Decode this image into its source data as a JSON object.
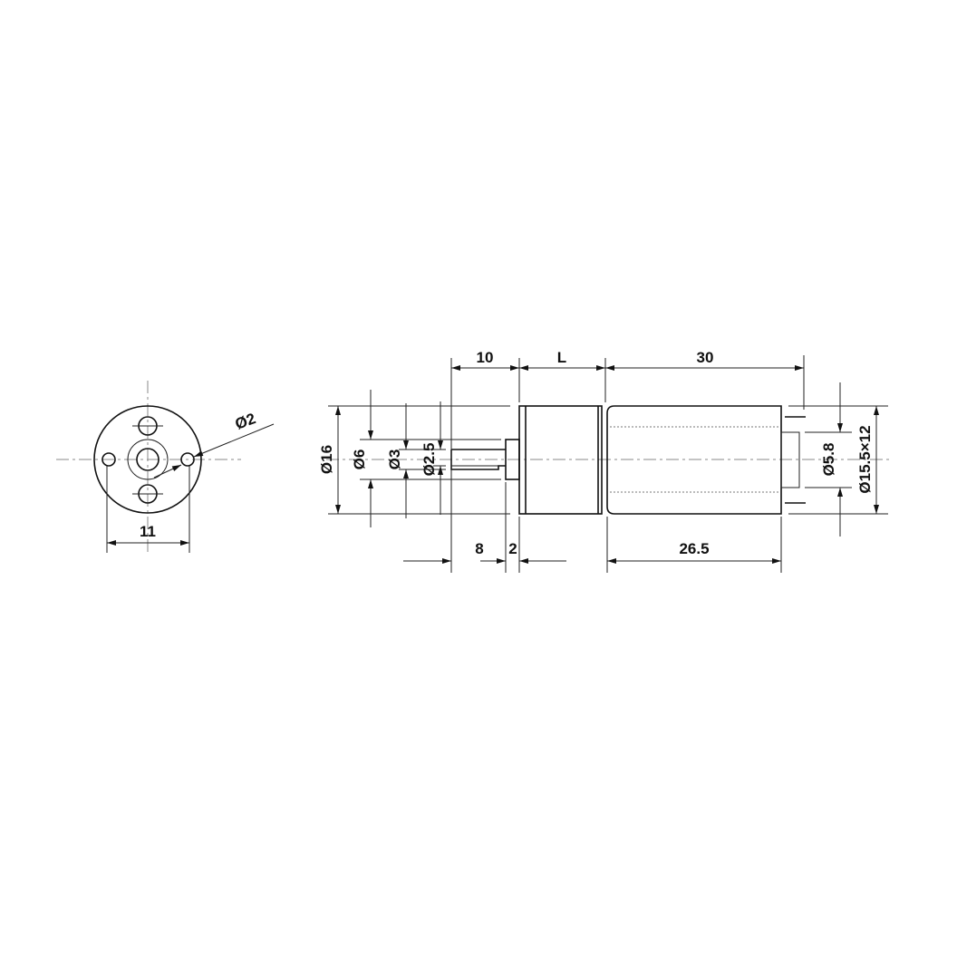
{
  "drawing": {
    "front_view": {
      "dim_hole_spacing": "11",
      "dim_hole_diameter": "Ø2"
    },
    "side_view": {
      "dim_shaft_length": "10",
      "dim_gearbox_length": "L",
      "dim_motor_length": "30",
      "dim_body_diameter": "Ø16",
      "dim_boss_diameter": "Ø6",
      "dim_shaft_diameter": "Ø3",
      "dim_shaft_flat": "Ø2.5",
      "dim_shaft_usable": "8",
      "dim_boss_length": "2",
      "dim_motor_body_length": "26.5",
      "dim_end_cap_diameter": "Ø5.8",
      "dim_motor_section": "Ø15.5×12"
    }
  }
}
